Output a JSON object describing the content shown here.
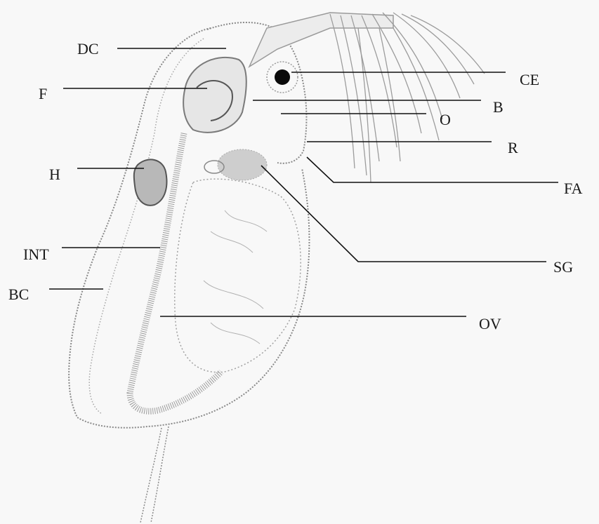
{
  "labels": {
    "dc": "DC",
    "f": "F",
    "ce": "CE",
    "b": "B",
    "o": "O",
    "r": "R",
    "fa": "FA",
    "h": "H",
    "sg": "SG",
    "int": "INT",
    "bc": "BC",
    "ov": "OV"
  },
  "colors": {
    "ink": "#1a1a1a",
    "leader": "#111111",
    "outline": "#8a8a8a",
    "stipple": "#9a9a9a",
    "eye": "#0a0a0a",
    "paper": "#f8f8f8"
  }
}
